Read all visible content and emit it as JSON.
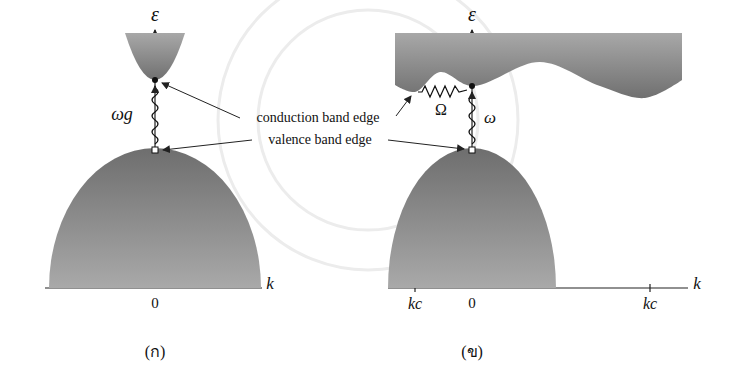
{
  "diagram": {
    "labels": [
      "ε",
      "ωg",
      "conduction band edge",
      "valence band edge",
      "k",
      "0",
      "(ก)",
      "ε",
      "Ω",
      "ω",
      "kc",
      "0",
      "kc",
      "k",
      "(ข)"
    ]
  }
}
